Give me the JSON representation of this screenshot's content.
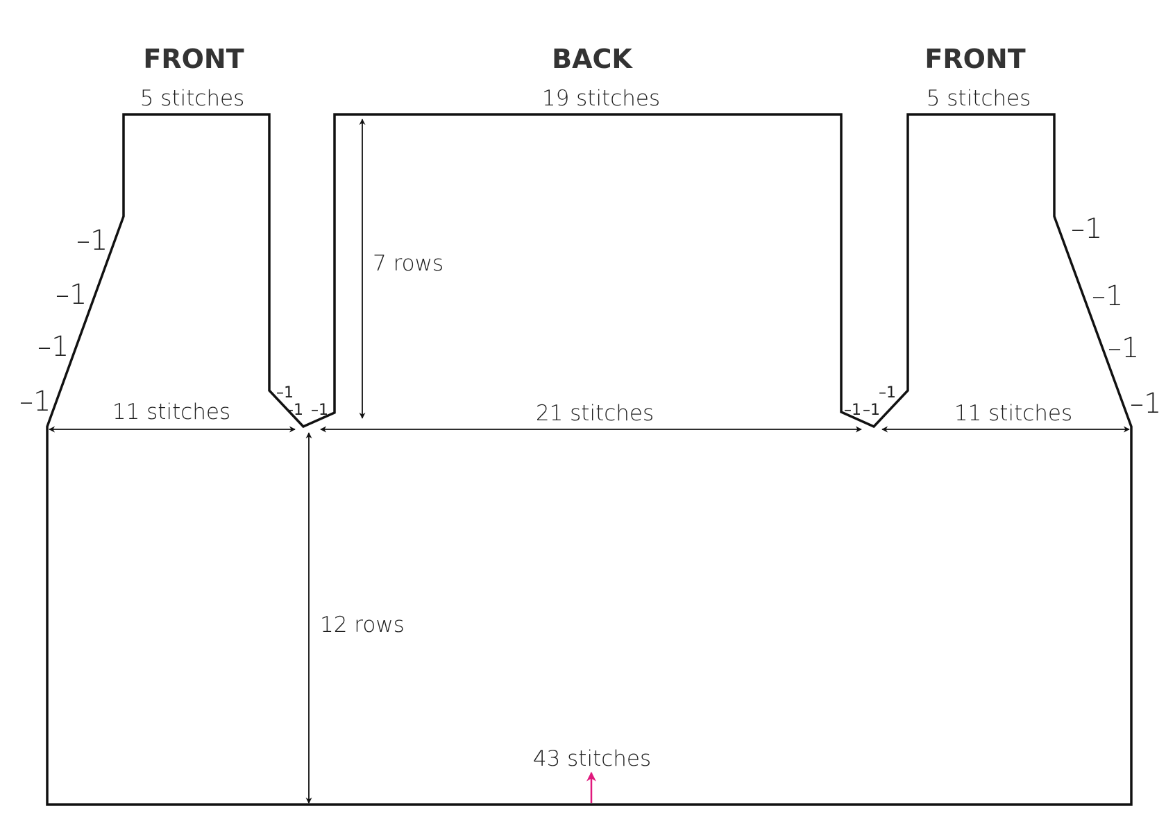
{
  "headings": {
    "front_left": "FRONT",
    "back": "BACK",
    "front_right": "FRONT"
  },
  "top_widths": {
    "front_left": "5 stitches",
    "back": "19 stitches",
    "front_right": "5 stitches"
  },
  "armhole_widths": {
    "front_left": "11 stitches",
    "back": "21 stitches",
    "front_right": "11 stitches"
  },
  "heights": {
    "upper": "7 rows",
    "lower": "12 rows"
  },
  "bottom_width": "43 stitches",
  "decreases": {
    "left_slope": [
      "–1",
      "–1",
      "–1",
      "–1"
    ],
    "right_slope": [
      "–1",
      "–1",
      "–1",
      "–1"
    ],
    "left_armhole": [
      "–1",
      "–1",
      "–1"
    ],
    "right_armhole": [
      "–1",
      "–1",
      "–1"
    ]
  },
  "colors": {
    "outline": "#111111",
    "start_arrow": "#e0197d"
  }
}
